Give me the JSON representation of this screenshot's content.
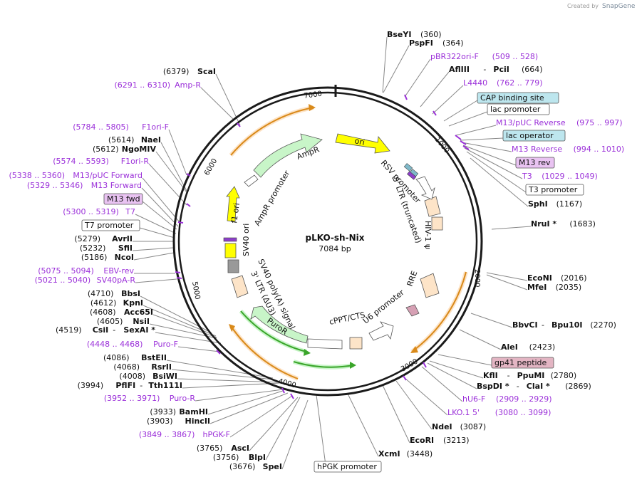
{
  "credit": {
    "prefix": "Created by",
    "brand": "SnapGene"
  },
  "plasmid": {
    "name": "pLKO-sh-Nix",
    "size": "7084 bp"
  },
  "ticks": [
    "1000",
    "2000",
    "3000",
    "4000",
    "5000",
    "6000",
    "7000"
  ],
  "features": {
    "ori": "ori",
    "rsv": "RSV promoter",
    "ltr5": "5' LTR (truncated)",
    "hiv": "HIV-1 ψ",
    "rre": "RRE",
    "u6": "U6 promoter",
    "cppt": "cPPT/CTS",
    "puror": "PuroR",
    "ltr3": "3' LTR (ΔU3)",
    "sv40polya": "SV40 poly(A) signal",
    "sv40ori": "SV40 ori",
    "f1ori": "f1 ori",
    "amprprom": "AmpR promoter",
    "ampr": "AmpR"
  },
  "right_labels": [
    {
      "name": "BseYI",
      "pos": "(360)"
    },
    {
      "name": "PspFI",
      "pos": "(364)"
    },
    {
      "primer": "pBR322ori-F",
      "range": "(509 .. 528)"
    },
    {
      "name": "AflIII",
      "sep": " - ",
      "name2": "PciI",
      "pos": "(664)"
    },
    {
      "primer": "L4440",
      "range": "(762 .. 779)"
    },
    {
      "box": "CAP binding site"
    },
    {
      "box": "lac promoter"
    },
    {
      "primer": "M13/pUC Reverse",
      "range": "(975 .. 997)"
    },
    {
      "box": "lac operator"
    },
    {
      "primer": "M13 Reverse",
      "range": "(994 .. 1010)"
    },
    {
      "box": "M13 rev"
    },
    {
      "primer": "T3",
      "range": "(1029 .. 1049)"
    },
    {
      "box": "T3 promoter"
    },
    {
      "name": "SphI",
      "pos": "(1167)"
    },
    {
      "name": "NruI *",
      "pos": "(1683)"
    },
    {
      "name": "EcoNI",
      "pos": "(2016)"
    },
    {
      "name": "MfeI",
      "pos": "(2035)"
    },
    {
      "name": "BbvCI",
      "sep": " - ",
      "name2": "Bpu10I",
      "pos": "(2270)"
    },
    {
      "name": "AleI",
      "pos": "(2423)"
    },
    {
      "box": "gp41 peptide"
    },
    {
      "name": "KflI",
      "sep": " - ",
      "name2": "PpuMI",
      "pos": "(2780)"
    },
    {
      "name": "BspDI *",
      "sep": " - ",
      "name2": "ClaI *",
      "pos": "(2869)"
    },
    {
      "primer": "hU6-F",
      "range": "(2909 .. 2929)"
    },
    {
      "primer": "LKO.1 5'",
      "range": "(3080 .. 3099)"
    },
    {
      "name": "NdeI",
      "pos": "(3087)"
    },
    {
      "name": "EcoRI",
      "pos": "(3213)"
    },
    {
      "name": "XcmI",
      "pos": "(3448)"
    },
    {
      "box": "hPGK promoter"
    }
  ],
  "left_labels": [
    {
      "name": "ScaI",
      "pos": "(6379)"
    },
    {
      "primer": "Amp-R",
      "range": "(6291 .. 6310)"
    },
    {
      "primer": "F1ori-F",
      "range": "(5784 .. 5805)"
    },
    {
      "name": "NaeI",
      "pos": "(5614)"
    },
    {
      "name": "NgoMIV",
      "pos": "(5612)"
    },
    {
      "primer": "F1ori-R",
      "range": "(5574 .. 5593)"
    },
    {
      "primer": "M13/pUC Forward",
      "range": "(5338 .. 5360)"
    },
    {
      "primer": "M13 Forward",
      "range": "(5329 .. 5346)"
    },
    {
      "box": "M13 fwd"
    },
    {
      "primer": "T7",
      "range": "(5300 .. 5319)"
    },
    {
      "box": "T7 promoter"
    },
    {
      "name": "AvrII",
      "pos": "(5279)"
    },
    {
      "name": "SfiI",
      "pos": "(5232)"
    },
    {
      "name": "NcoI",
      "pos": "(5186)"
    },
    {
      "primer": "EBV-rev",
      "range": "(5075 .. 5094)"
    },
    {
      "primer": "SV40pA-R",
      "range": "(5021 .. 5040)"
    },
    {
      "name": "BbsI",
      "pos": "(4710)"
    },
    {
      "name": "KpnI",
      "pos": "(4612)"
    },
    {
      "name": "Acc65I",
      "pos": "(4608)"
    },
    {
      "name": "NsiI",
      "pos": "(4605)"
    },
    {
      "name": "CsiI",
      "sep": " - ",
      "name2": "SexAI *",
      "pos": "(4519)"
    },
    {
      "primer": "Puro-F",
      "range": "(4448 .. 4468)"
    },
    {
      "name": "BstEII",
      "pos": "(4086)"
    },
    {
      "name": "RsrII",
      "pos": "(4068)"
    },
    {
      "name": "BsiWI",
      "pos": "(4008)"
    },
    {
      "name": "PflFI",
      "sep": " - ",
      "name2": "Tth111I",
      "pos": "(3994)"
    },
    {
      "primer": "Puro-R",
      "range": "(3952 .. 3971)"
    },
    {
      "name": "BamHI",
      "pos": "(3933)"
    },
    {
      "name": "HincII",
      "pos": "(3903)"
    },
    {
      "primer": "hPGK-F",
      "range": "(3849 .. 3867)"
    },
    {
      "name": "AscI",
      "pos": "(3765)"
    },
    {
      "name": "BlpI",
      "pos": "(3756)"
    },
    {
      "name": "SpeI",
      "pos": "(3676)"
    }
  ],
  "colors": {
    "ring": "#1a1a1a",
    "primer": "#9b30d9",
    "ori": "#ffff00",
    "resistance": "#c8f5c8",
    "ltr": "#fde4c8",
    "orange_arc": "#d98a1a",
    "green_arc": "#3aa52a",
    "box_cyan": "#bde6ee",
    "box_purple": "#e9c3f2",
    "box_pink": "#e3b5c3",
    "line": "#888888"
  }
}
